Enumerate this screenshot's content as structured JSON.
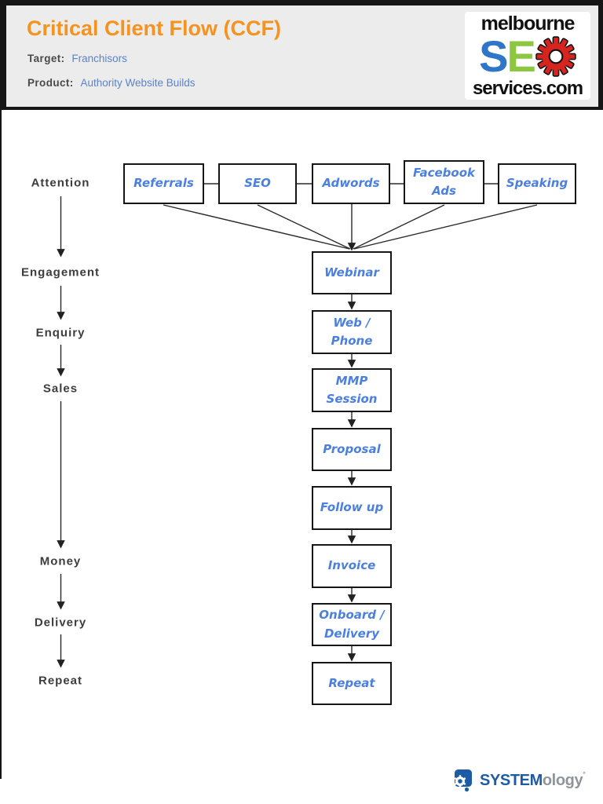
{
  "header": {
    "title": "Critical Client Flow (CCF)",
    "target_label": "Target:",
    "target_value": "Franchisors",
    "product_label": "Product:",
    "product_value": "Authority Website Builds",
    "logo": {
      "line1": "melbourne",
      "s": "S",
      "e": "E",
      "o_icon": "red-gear",
      "line3": "services.com"
    }
  },
  "flow": {
    "stages": [
      "Attention",
      "Engagement",
      "Enquiry",
      "Sales",
      "Money",
      "Delivery",
      "Repeat"
    ],
    "attention_boxes": [
      "Referrals",
      "SEO",
      "Adwords",
      "Facebook\nAds",
      "Speaking"
    ],
    "funnel_boxes": [
      "Webinar",
      "Web /\nPhone",
      "MMP\nSession",
      "Proposal",
      "Follow up",
      "Invoice",
      "Onboard /\nDelivery",
      "Repeat"
    ]
  },
  "footer": {
    "logo_primary": "SYSTEM",
    "logo_secondary": "ology",
    "logo_mark": "°"
  },
  "colors": {
    "title_orange": "#f6921e",
    "meta_blue": "#5b83cb",
    "flow_text_blue": "#4b80e0",
    "stage_label_gray": "#3d3d3d",
    "header_bg": "#ececec",
    "frame_black": "#161616",
    "seo_s_blue": "#2f76c8",
    "seo_e_green": "#8dc63f",
    "seo_gear_red": "#d7241f",
    "systemology_blue": "#1d5ca4",
    "systemology_gray": "#90959c"
  }
}
